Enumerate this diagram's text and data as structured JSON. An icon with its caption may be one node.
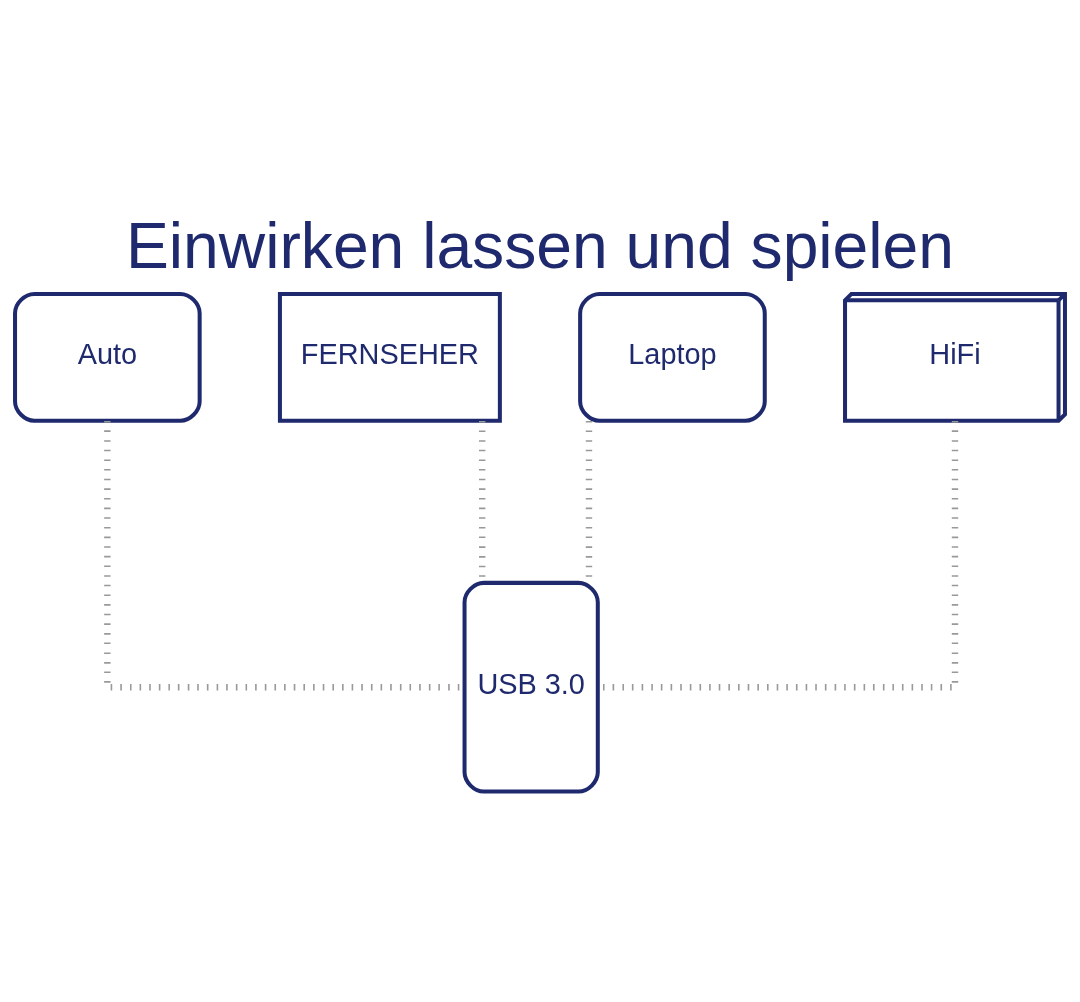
{
  "diagram": {
    "title": "Einwirken lassen und spielen",
    "nodes": [
      {
        "text": [
          "Auto"
        ]
      },
      {
        "text": [
          "FERNSEHER"
        ]
      },
      {
        "text": [
          "Laptop"
        ]
      },
      {
        "text": [
          "HiFi"
        ]
      },
      {
        "text": [
          "USB 3.0"
        ]
      }
    ],
    "edges": [
      {
        "from": 0,
        "to": 4,
        "arrow": "none"
      },
      {
        "from": 1,
        "to": 4,
        "arrow": "none"
      },
      {
        "from": 2,
        "to": 4,
        "arrow": "none"
      },
      {
        "from": 3,
        "to": 4,
        "arrow": "none"
      }
    ]
  }
}
